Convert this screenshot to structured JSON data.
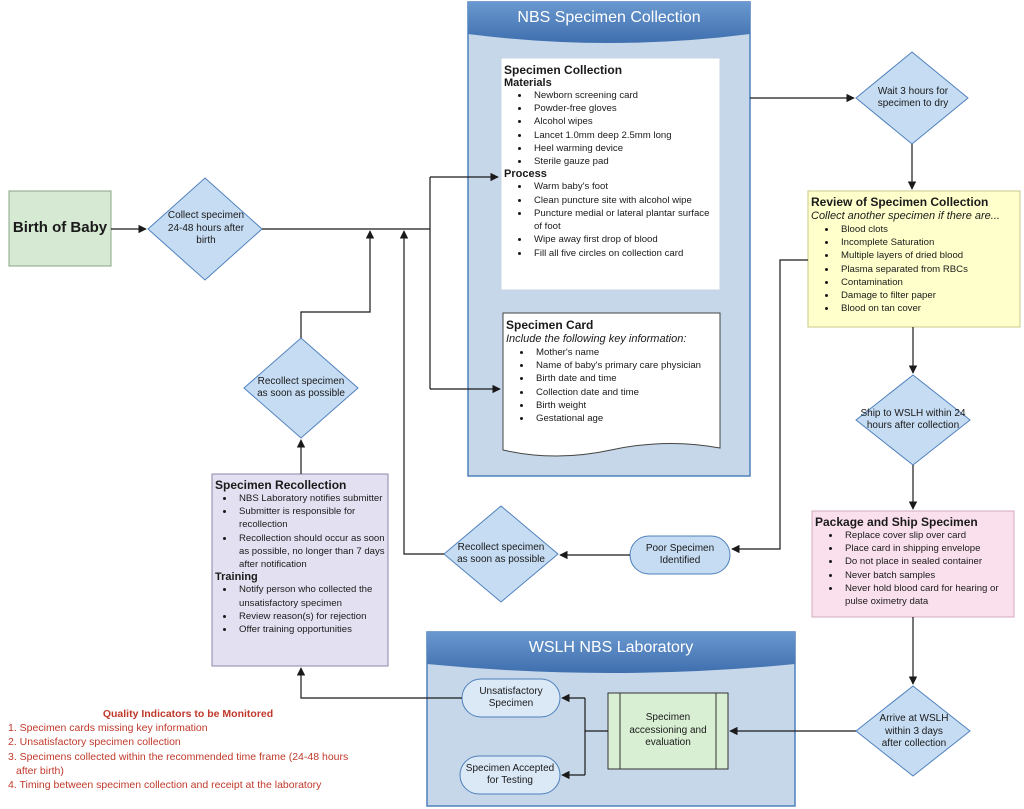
{
  "colors": {
    "panel": "#c5d7e8",
    "panel_head": "#4f81bd",
    "diamond": "#c6dcf3",
    "birth": "#d6e9d2",
    "review": "#ffffcc",
    "package": "#f9e0ec",
    "recollection": "#e3e1f1",
    "accession": "#d9efd4",
    "line": "#1a1a1a",
    "quality": "#c0392b"
  },
  "birth": {
    "label": "Birth of Baby"
  },
  "d_collect": {
    "label": "Collect specimen 24-48 hours after birth"
  },
  "d_wait": {
    "label": "Wait 3 hours for specimen to dry"
  },
  "d_ship": {
    "label": "Ship to WSLH within 24 hours after collection"
  },
  "d_arrive": {
    "label": "Arrive at WSLH within 3 days after collection"
  },
  "d_recollect_left": {
    "label": "Recollect specimen as soon as possible"
  },
  "d_recollect_mid": {
    "label": "Recollect specimen as soon as possible"
  },
  "nbs_panel": {
    "title": "NBS Specimen Collection"
  },
  "spec_collection": {
    "title": "Specimen Collection",
    "materials_heading": "Materials",
    "materials": [
      "Newborn screening card",
      "Powder-free gloves",
      "Alcohol wipes",
      "Lancet 1.0mm deep 2.5mm long",
      "Heel warming device",
      "Sterile gauze pad"
    ],
    "process_heading": "Process",
    "process": [
      "Warm baby's foot",
      "Clean puncture site with alcohol wipe",
      "Puncture medial or lateral plantar surface of foot",
      "Wipe away first drop of blood",
      "Fill all five circles on collection card"
    ]
  },
  "spec_card": {
    "title": "Specimen Card",
    "subtitle": "Include the following key information:",
    "items": [
      "Mother's name",
      "Name of baby's primary care physician",
      "Birth date and time",
      "Collection date and time",
      "Birth weight",
      "Gestational age"
    ]
  },
  "review": {
    "title": "Review of Specimen Collection",
    "subtitle": "Collect another specimen if there are...",
    "items": [
      "Blood clots",
      "Incomplete Saturation",
      "Multiple layers of dried blood",
      "Plasma separated from RBCs",
      "Contamination",
      "Damage to filter paper",
      "Blood on tan cover"
    ]
  },
  "package": {
    "title": "Package and Ship Specimen",
    "items": [
      "Replace cover slip over card",
      "Place card in shipping envelope",
      "Do not place in sealed container",
      "Never batch samples",
      "Never hold blood card for hearing or pulse oximetry data"
    ]
  },
  "recollection": {
    "title": "Specimen Recollection",
    "items": [
      "NBS Laboratory notifies submitter",
      "Submitter is responsible for recollection",
      "Recollection should occur as soon as possible, no longer than 7 days after notification"
    ],
    "training_heading": "Training",
    "training": [
      "Notify person who collected the unsatisfactory specimen",
      "Review reason(s) for rejection",
      "Offer training opportunities"
    ]
  },
  "poor": {
    "label": "Poor Specimen Identified"
  },
  "lab_panel": {
    "title": "WSLH NBS Laboratory"
  },
  "unsat": {
    "label": "Unsatisfactory Specimen"
  },
  "accepted": {
    "label": "Specimen Accepted for Testing"
  },
  "accession": {
    "label": "Specimen accessioning and evaluation"
  },
  "quality": {
    "title": "Quality Indicators to be Monitored",
    "items": [
      "1. Specimen cards missing key information",
      "2. Unsatisfactory specimen collection",
      "3. Specimens collected within the recommended time frame (24-48 hours after birth)",
      "4. Timing between specimen collection and receipt at the laboratory"
    ]
  }
}
